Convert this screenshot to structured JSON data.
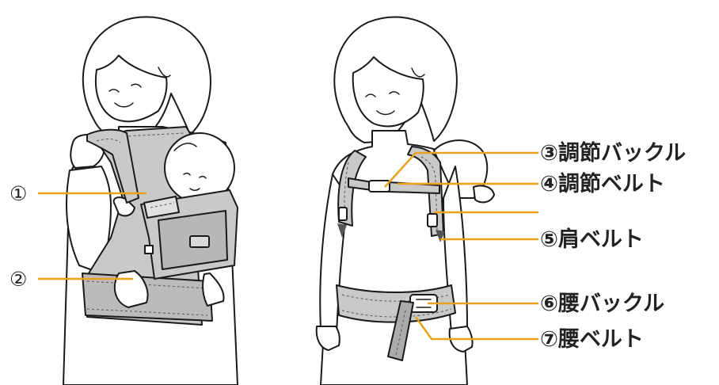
{
  "colors": {
    "carrier_gray": "#c8cac9",
    "carrier_dark": "#a9acab",
    "leader_orange": "#e8a21e",
    "outline": "#1a1a1a",
    "text": "#222222"
  },
  "labels": [
    {
      "id": "1",
      "number": "①",
      "text": ""
    },
    {
      "id": "2",
      "number": "②",
      "text": ""
    },
    {
      "id": "3",
      "number": "③",
      "text": "調節バックル"
    },
    {
      "id": "4",
      "number": "④",
      "text": "調節ベルト"
    },
    {
      "id": "5",
      "number": "⑤",
      "text": "肩ベルト"
    },
    {
      "id": "6",
      "number": "⑥",
      "text": "腰バックル"
    },
    {
      "id": "7",
      "number": "⑦",
      "text": "腰ベルト"
    }
  ]
}
